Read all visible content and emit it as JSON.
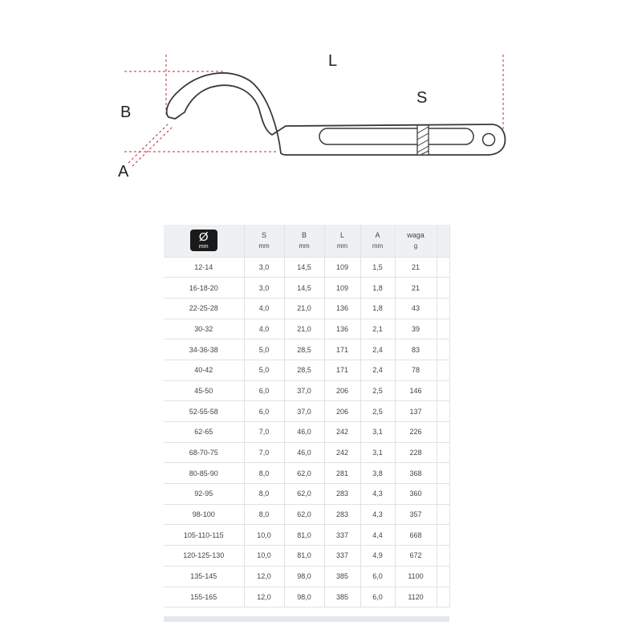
{
  "drawing": {
    "labels": {
      "length": "L",
      "thickness": "S",
      "height": "B",
      "tooth": "A"
    }
  },
  "table": {
    "header": {
      "diameter_symbol": "Ø",
      "diameter_unit": "mm",
      "columns": [
        {
          "label": "S",
          "unit": "mm"
        },
        {
          "label": "B",
          "unit": "mm"
        },
        {
          "label": "L",
          "unit": "mm"
        },
        {
          "label": "A",
          "unit": "mm"
        },
        {
          "label": "waga",
          "unit": "g"
        }
      ]
    },
    "rows": [
      [
        "12-14",
        "3,0",
        "14,5",
        "109",
        "1,5",
        "21"
      ],
      [
        "16-18-20",
        "3,0",
        "14,5",
        "109",
        "1,8",
        "21"
      ],
      [
        "22-25-28",
        "4,0",
        "21,0",
        "136",
        "1,8",
        "43"
      ],
      [
        "30-32",
        "4,0",
        "21,0",
        "136",
        "2,1",
        "39"
      ],
      [
        "34-36-38",
        "5,0",
        "28,5",
        "171",
        "2,4",
        "83"
      ],
      [
        "40-42",
        "5,0",
        "28,5",
        "171",
        "2,4",
        "78"
      ],
      [
        "45-50",
        "6,0",
        "37,0",
        "206",
        "2,5",
        "146"
      ],
      [
        "52-55-58",
        "6,0",
        "37,0",
        "206",
        "2,5",
        "137"
      ],
      [
        "62-65",
        "7,0",
        "46,0",
        "242",
        "3,1",
        "226"
      ],
      [
        "68-70-75",
        "7,0",
        "46,0",
        "242",
        "3,1",
        "228"
      ],
      [
        "80-85-90",
        "8,0",
        "62,0",
        "281",
        "3,8",
        "368"
      ],
      [
        "92-95",
        "8,0",
        "62,0",
        "283",
        "4,3",
        "360"
      ],
      [
        "98-100",
        "8,0",
        "62,0",
        "283",
        "4,3",
        "357"
      ],
      [
        "105-110-115",
        "10,0",
        "81,0",
        "337",
        "4,4",
        "668"
      ],
      [
        "120-125-130",
        "10,0",
        "81,0",
        "337",
        "4,9",
        "672"
      ],
      [
        "135-145",
        "12,0",
        "98,0",
        "385",
        "6,0",
        "1100"
      ],
      [
        "155-165",
        "12,0",
        "98,0",
        "385",
        "6,0",
        "1120"
      ]
    ]
  }
}
